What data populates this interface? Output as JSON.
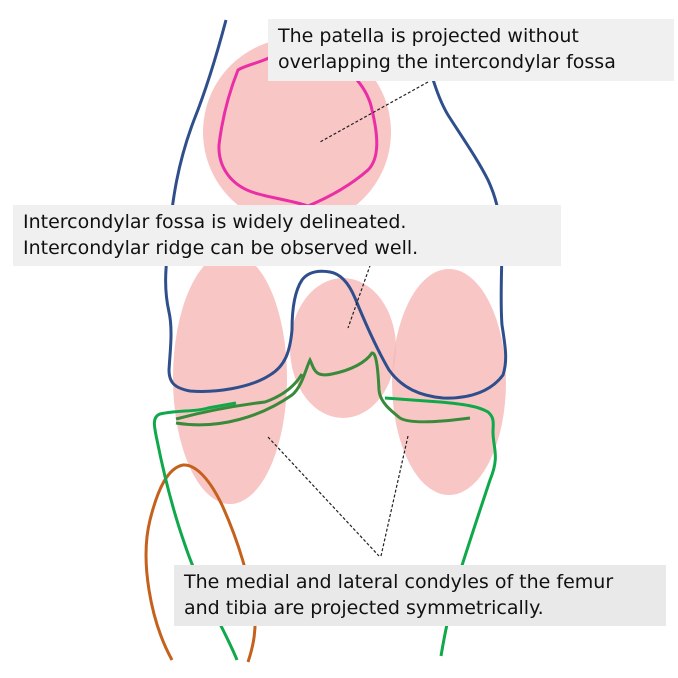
{
  "annotations": {
    "patella": {
      "line1": "The patella is projected without",
      "line2": "overlapping the intercondylar fossa"
    },
    "fossa": {
      "line1": "Intercondylar fossa is widely delineated.",
      "line2": "Intercondylar ridge can be observed well."
    },
    "condyles": {
      "line1": "The medial and lateral condyles of the femur",
      "line2": "and tibia are projected symmetrically."
    }
  },
  "colors": {
    "highlight_fill": "#f7b8b8",
    "femur_outline": "#2f4f8c",
    "patella_outline": "#ea2ea6",
    "tibia_outline": "#0fa84a",
    "tibial_plateau": "#3a8a3c",
    "fibula_outline": "#c5611c",
    "leader_line": "#222222"
  }
}
